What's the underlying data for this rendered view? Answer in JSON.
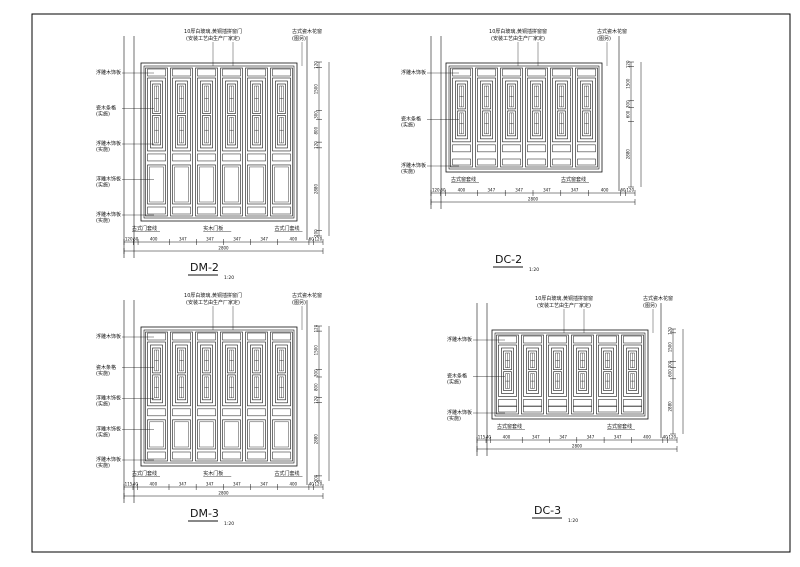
{
  "sheet": {
    "border_color": "#000000",
    "line_color": "#111111",
    "background": "#ffffff"
  },
  "drawings": [
    {
      "id": "dm2",
      "type": "door",
      "title": "DM-2",
      "scale": "1:20",
      "top_notes": [
        "10厚白玻璃,黄铜插拼窗门",
        "(安装工艺由生产厂家定)"
      ],
      "top_right_note": [
        "古式瓷木花窗",
        "(图另)"
      ],
      "left_labels": [
        [
          "浮雕木饰板"
        ],
        [
          "瓷木条格",
          "(实施)"
        ],
        [
          "浮雕木饰板",
          "(实施)"
        ],
        [
          "浮雕木饰板",
          "(实施)"
        ],
        [
          "浮雕木饰板",
          "(实施)"
        ]
      ],
      "bottom_labels": [
        "古式门套线",
        "实木门板",
        "古式门套线"
      ],
      "dims_bottom": [
        "120",
        "60",
        "400",
        "347",
        "347",
        "347",
        "347",
        "400",
        "60",
        "120"
      ],
      "dims_total": "2800",
      "dims_right": [
        "120",
        "1500",
        "300",
        "800",
        "120",
        "2880",
        "200"
      ]
    },
    {
      "id": "dc2",
      "type": "window",
      "title": "DC-2",
      "scale": "1:20",
      "top_notes": [
        "10厚白玻璃,黄铜插拼窗窗",
        "(安装工艺由生产厂家定)"
      ],
      "top_right_note": [
        "古式瓷木花窗",
        "(图另)"
      ],
      "left_labels": [
        [
          "浮雕木饰板"
        ],
        [
          "瓷木条格",
          "(实施)"
        ],
        [
          "浮雕木饰板",
          "(实施)"
        ]
      ],
      "bottom_labels": [
        "古式窗套线",
        "古式窗套线"
      ],
      "dims_bottom": [
        "120",
        "60",
        "400",
        "347",
        "347",
        "347",
        "347",
        "400",
        "60",
        "120"
      ],
      "dims_total": "2800",
      "dims_right": [
        "120",
        "1500",
        "300",
        "600",
        "2880"
      ]
    },
    {
      "id": "dm3",
      "type": "door",
      "title": "DM-3",
      "scale": "1:20",
      "top_notes": [
        "10厚白玻璃,黄铜插拼窗门",
        "(安装工艺由生产厂家定)"
      ],
      "top_right_note": [
        "古式瓷木花窗",
        "(图另)"
      ],
      "left_labels": [
        [
          "浮雕木饰板"
        ],
        [
          "瓷木条格",
          "(实施)"
        ],
        [
          "浮雕木饰板",
          "(实施)"
        ],
        [
          "浮雕木饰板",
          "(实施)"
        ],
        [
          "浮雕木饰板",
          "(实施)"
        ]
      ],
      "bottom_labels": [
        "古式门套线",
        "实木门板",
        "古式门套线"
      ],
      "dims_bottom": [
        "115",
        "40",
        "400",
        "347",
        "347",
        "347",
        "347",
        "400",
        "40",
        "120"
      ],
      "dims_total": "2800",
      "dims_right": [
        "120",
        "1500",
        "300",
        "800",
        "120",
        "2880",
        "200"
      ]
    },
    {
      "id": "dc3",
      "type": "window",
      "title": "DC-3",
      "scale": "1:20",
      "top_notes": [
        "10厚白玻璃,黄铜插拼窗窗",
        "(安装工艺由生产厂家定)"
      ],
      "top_right_note": [
        "古式瓷木花窗",
        "(图另)"
      ],
      "left_labels": [
        [
          "浮雕木饰板"
        ],
        [
          "瓷木条格",
          "(实施)"
        ],
        [
          "浮雕木饰板",
          "(实施)"
        ]
      ],
      "bottom_labels": [
        "古式窗套线",
        "古式窗套线"
      ],
      "dims_bottom": [
        "115",
        "40",
        "400",
        "347",
        "347",
        "347",
        "347",
        "400",
        "40",
        "120"
      ],
      "dims_total": "2800",
      "dims_right": [
        "120",
        "1500",
        "300",
        "600",
        "2880"
      ]
    }
  ]
}
